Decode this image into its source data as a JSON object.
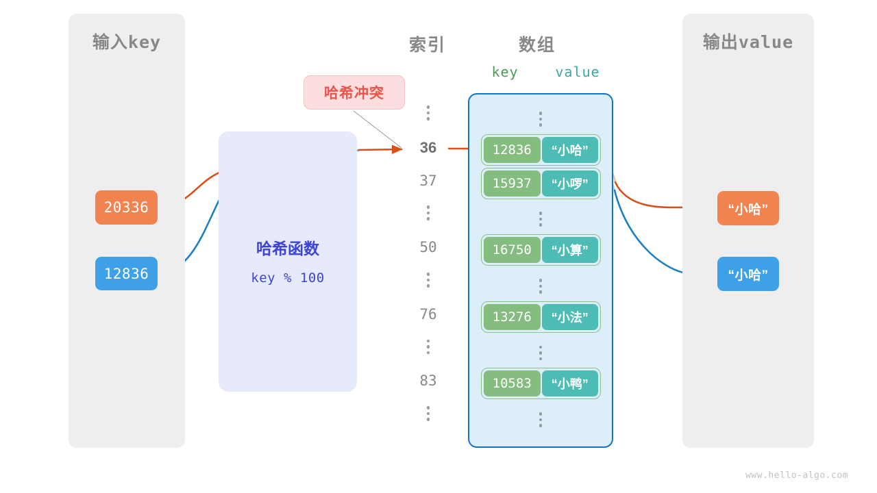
{
  "watermark": "www.hello-algo.com",
  "panels": {
    "input": {
      "title_cn": "输入",
      "title_mono": "key"
    },
    "output": {
      "title_cn": "输出",
      "title_mono": "value"
    }
  },
  "hash_function": {
    "title": "哈希函数",
    "formula": "key % 100"
  },
  "collision": {
    "label": "哈希冲突"
  },
  "headers": {
    "index": "索引",
    "array": "数组",
    "key": "key",
    "value": "value"
  },
  "input_keys": [
    {
      "value": "20336",
      "color": "#f0834f"
    },
    {
      "value": "12836",
      "color": "#3ea1e8"
    }
  ],
  "output_values": [
    {
      "value": "“小哈”",
      "color": "#f0834f"
    },
    {
      "value": "“小哈”",
      "color": "#3ea1e8"
    }
  ],
  "index_column": [
    {
      "type": "dots"
    },
    {
      "type": "label",
      "text": "36",
      "highlight": true
    },
    {
      "type": "label",
      "text": "37",
      "highlight": false
    },
    {
      "type": "dots"
    },
    {
      "type": "label",
      "text": "50",
      "highlight": false
    },
    {
      "type": "dots"
    },
    {
      "type": "label",
      "text": "76",
      "highlight": false
    },
    {
      "type": "dots"
    },
    {
      "type": "label",
      "text": "83",
      "highlight": false
    },
    {
      "type": "dots"
    }
  ],
  "array_rows": [
    {
      "type": "dots"
    },
    {
      "type": "pair",
      "key": "12836",
      "value": "“小哈”"
    },
    {
      "type": "pair",
      "key": "15937",
      "value": "“小啰”"
    },
    {
      "type": "dots"
    },
    {
      "type": "pair",
      "key": "16750",
      "value": "“小算”"
    },
    {
      "type": "dots"
    },
    {
      "type": "pair",
      "key": "13276",
      "value": "“小法”"
    },
    {
      "type": "dots"
    },
    {
      "type": "pair",
      "key": "10583",
      "value": "“小鸭”"
    },
    {
      "type": "dots"
    }
  ],
  "colors": {
    "panel_bg": "#eeeeee",
    "hash_box_bg": "#e6eafa",
    "hash_text": "#3c44d6",
    "array_bg": "#ddeefb",
    "array_border": "#1673c0",
    "slot_key_bg": "#84bd7f",
    "slot_val_bg": "#4cbcb4",
    "slot_border": "#8cc084",
    "callout_bg": "#fbdedd",
    "callout_text": "#e8544a",
    "orange": "#f0834f",
    "blue": "#3ea1e8",
    "arrow_orange": "#d94f18",
    "arrow_blue": "#1673c0",
    "header_text": "#888888"
  }
}
